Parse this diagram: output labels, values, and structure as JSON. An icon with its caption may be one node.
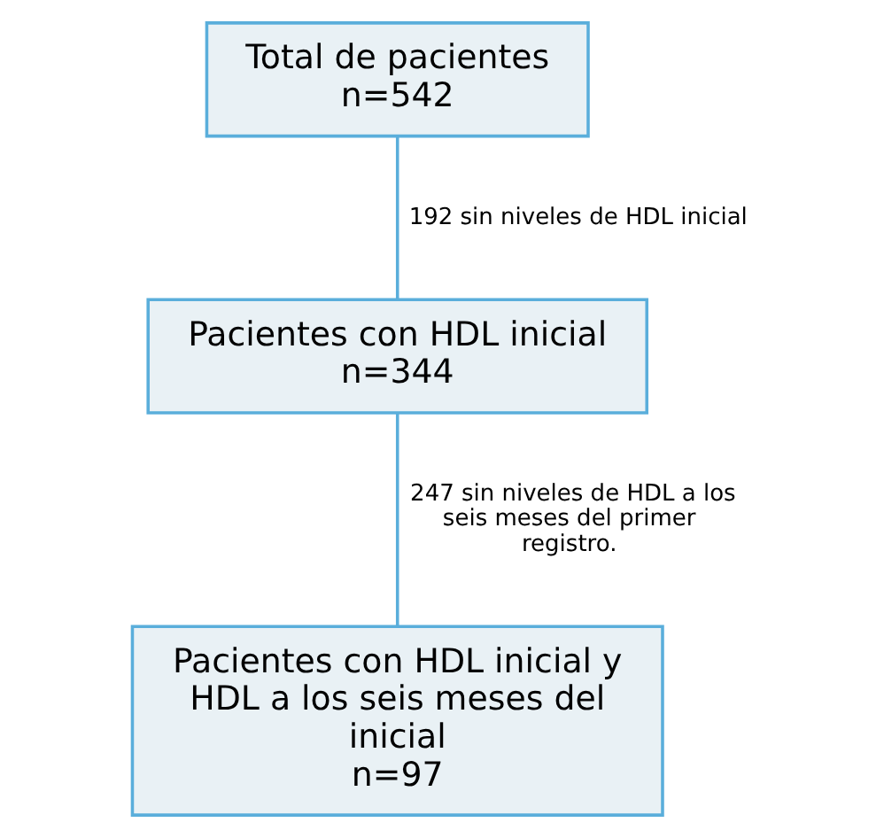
{
  "diagram": {
    "nodes": [
      {
        "text": [
          "Total de pacientes",
          "n=542"
        ]
      },
      {
        "text": [
          "Pacientes con HDL inicial",
          "n=344"
        ]
      },
      {
        "text": [
          "Pacientes con HDL inicial y HDL a los seis meses del inicial",
          "n=97"
        ]
      }
    ],
    "edges": [
      {
        "from": 0,
        "to": 1,
        "arrow": "none",
        "label": "192 sin niveles de HDL inicial"
      },
      {
        "from": 1,
        "to": 2,
        "arrow": "none",
        "label": "247 sin niveles de HDL a los seis meses del primer registro."
      }
    ]
  }
}
